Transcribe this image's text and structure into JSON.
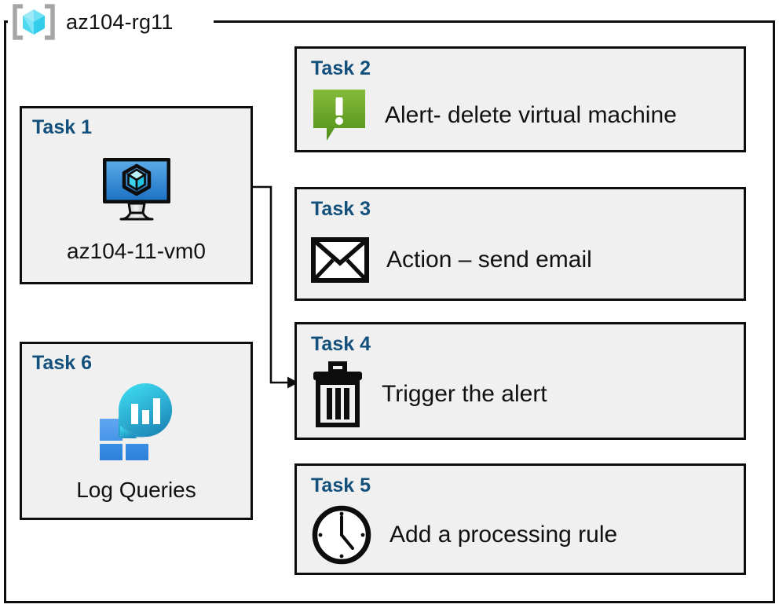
{
  "resource_group": {
    "name": "az104-rg11",
    "icon": "azure-resource-group-icon"
  },
  "cards": {
    "task1": {
      "title": "Task 1",
      "label": "az104-11-vm0",
      "icon": "virtual-machine-icon"
    },
    "task2": {
      "title": "Task 2",
      "label": "Alert- delete virtual machine",
      "icon": "alert-exclamation-icon"
    },
    "task3": {
      "title": "Task 3",
      "label": "Action – send email",
      "icon": "envelope-icon"
    },
    "task4": {
      "title": "Task 4",
      "label": "Trigger the alert",
      "icon": "trash-can-icon"
    },
    "task5": {
      "title": "Task 5",
      "label": "Add a processing rule",
      "icon": "clock-icon"
    },
    "task6": {
      "title": "Task 6",
      "label": "Log Queries",
      "icon": "log-analytics-icon"
    }
  },
  "connector": {
    "from": "task1-vm-icon",
    "to": "task4-card",
    "arrow": "arrowhead-right"
  },
  "colors": {
    "card_background": "#f0f0f0",
    "card_border": "#0d0d0d",
    "title_blue": "#13507c",
    "body_text": "#111111",
    "alert_green": "#6aa82b",
    "vm_blue": "#2a7fd4",
    "log_cyan": "#32c9e8",
    "log_blue": "#2a8fe0",
    "rg_cube_cyan": "#59d8f2",
    "rg_bracket_gray": "#a6a6a6"
  }
}
